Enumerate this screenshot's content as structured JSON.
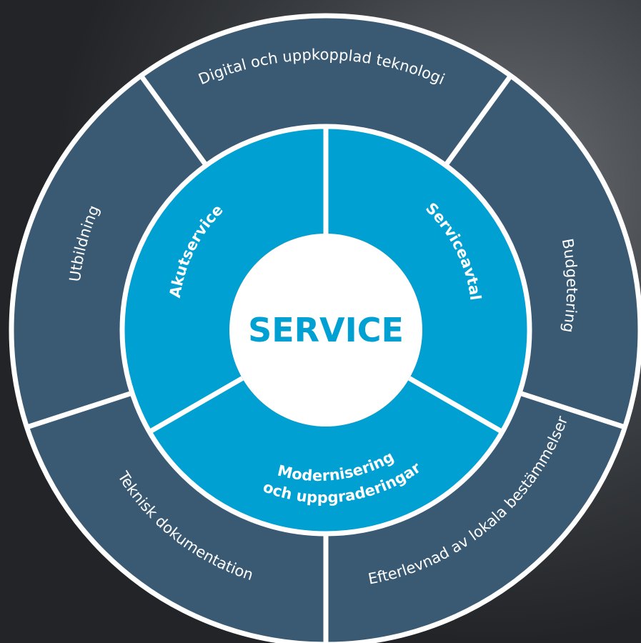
{
  "center": {
    "label": "SERVICE"
  },
  "inner_ring": [
    {
      "label": "Akutservice"
    },
    {
      "label": "Serviceavtal"
    },
    {
      "line1": "Modernisering",
      "line2": "och uppgraderingar"
    }
  ],
  "outer_ring": [
    {
      "label": "Digital och uppkopplad teknologi"
    },
    {
      "label": "Budgetering"
    },
    {
      "label": "Efterlevnad av lokala bestämmelser"
    },
    {
      "label": "Teknisk dokumentation"
    },
    {
      "label": "Utbildning"
    }
  ],
  "colors": {
    "outer_segment": "#3a5a74",
    "inner_segment": "#00a0d2",
    "divider": "#ffffff",
    "center_text": "#00a0d2",
    "background": "#2a2d31"
  }
}
